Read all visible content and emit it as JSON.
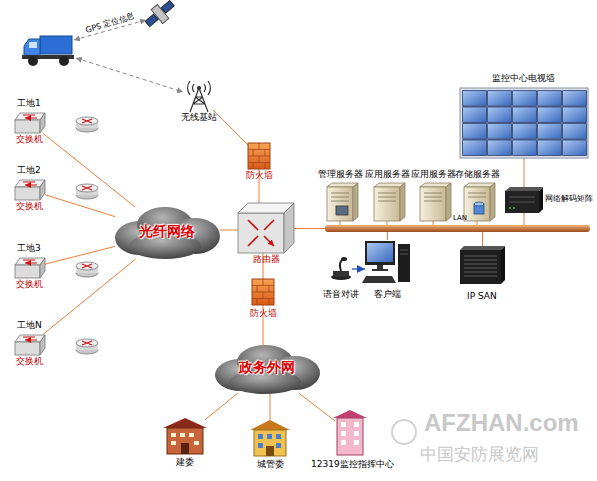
{
  "diagram": {
    "nodes": [
      {
        "text": [
          "工地1",
          "交换机"
        ]
      },
      {
        "text": [
          "工地2",
          "交换机"
        ]
      },
      {
        "text": [
          "工地3",
          "交换机"
        ]
      },
      {
        "text": [
          "工地N",
          "交换机"
        ]
      },
      {
        "text": [
          "光纤网络"
        ]
      },
      {
        "text": [
          "无线基站"
        ]
      },
      {
        "text": [
          "防火墙"
        ]
      },
      {
        "text": [
          "路由器"
        ]
      },
      {
        "text": [
          "防火墙"
        ]
      },
      {
        "text": [
          "政务外网"
        ]
      },
      {
        "text": [
          "管理服务器"
        ]
      },
      {
        "text": [
          "应用服务器"
        ]
      },
      {
        "text": [
          "应用服务器"
        ]
      },
      {
        "text": [
          "存储服务器"
        ]
      },
      {
        "text": [
          "LAN"
        ]
      },
      {
        "text": [
          "监控中心电视墙"
        ]
      },
      {
        "text": [
          "网络解码矩阵"
        ]
      },
      {
        "text": [
          "客户端"
        ]
      },
      {
        "text": [
          "语音对讲"
        ]
      },
      {
        "text": [
          "IP SAN"
        ]
      },
      {
        "text": [
          "建委"
        ]
      },
      {
        "text": [
          "城管委"
        ]
      },
      {
        "text": [
          "12319监控指挥中心"
        ]
      }
    ],
    "edges": [
      {
        "from": 0,
        "to": 4,
        "arrow": "none"
      },
      {
        "from": 1,
        "to": 4,
        "arrow": "none"
      },
      {
        "from": 2,
        "to": 4,
        "arrow": "none"
      },
      {
        "from": 3,
        "to": 4,
        "arrow": "none"
      },
      {
        "from": 5,
        "to": 6,
        "arrow": "none"
      },
      {
        "from": 6,
        "to": 7,
        "arrow": "none"
      },
      {
        "from": 4,
        "to": 7,
        "arrow": "none"
      },
      {
        "from": 7,
        "to": 8,
        "arrow": "none"
      },
      {
        "from": 8,
        "to": 9,
        "arrow": "none"
      },
      {
        "from": 7,
        "to": 14,
        "arrow": "none"
      },
      {
        "from": 10,
        "to": 14,
        "arrow": "none"
      },
      {
        "from": 11,
        "to": 14,
        "arrow": "none"
      },
      {
        "from": 12,
        "to": 14,
        "arrow": "none"
      },
      {
        "from": 13,
        "to": 14,
        "arrow": "none"
      },
      {
        "from": 16,
        "to": 14,
        "arrow": "none"
      },
      {
        "from": 16,
        "to": 15,
        "arrow": "none"
      },
      {
        "from": 17,
        "to": 14,
        "arrow": "none"
      },
      {
        "from": 19,
        "to": 14,
        "arrow": "none"
      },
      {
        "from": 18,
        "to": 17,
        "arrow": "to"
      },
      {
        "from": 9,
        "to": 20,
        "arrow": "none"
      },
      {
        "from": 9,
        "to": 21,
        "arrow": "none"
      },
      {
        "from": 9,
        "to": 22,
        "arrow": "none"
      }
    ],
    "labels": [
      "GPS 定位信息",
      "AFZHAN.com",
      "中国安防展览网"
    ]
  }
}
